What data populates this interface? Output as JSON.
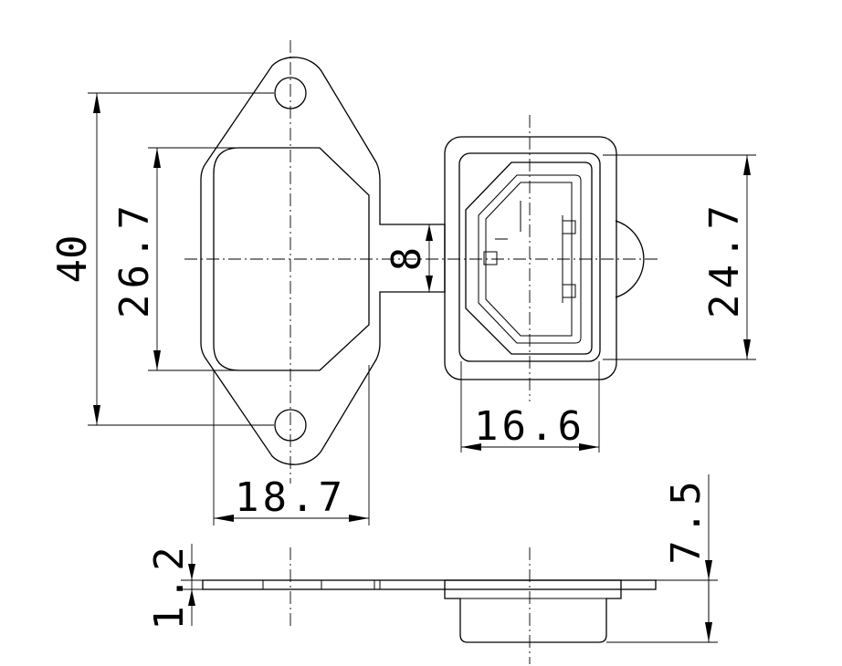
{
  "dimensions": {
    "height_40": "40",
    "height_26_7": "26.7",
    "width_18_7": "18.7",
    "bridge_8": "8",
    "height_24_7": "24.7",
    "width_16_6": "16.6",
    "depth_7_5": "7.5",
    "thickness_1_2": "1.2"
  }
}
